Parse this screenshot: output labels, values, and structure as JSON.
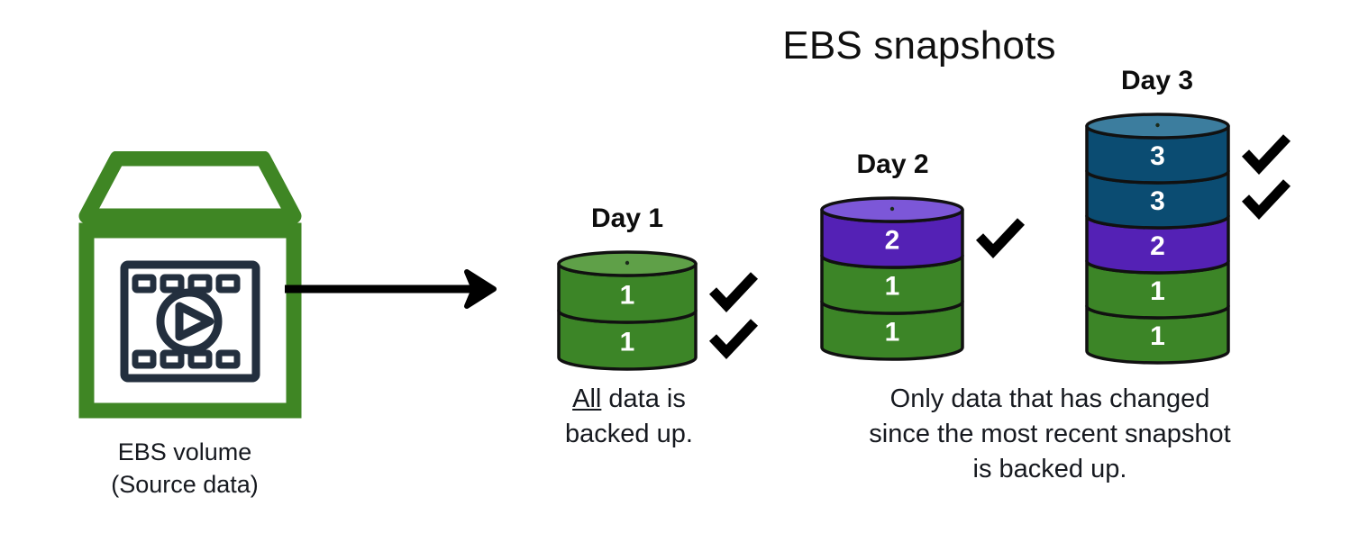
{
  "title": "EBS snapshots",
  "source": {
    "icon_name": "ebs-volume-icon",
    "label_line1": "EBS volume",
    "label_line2": "(Source data)"
  },
  "arrow": {
    "name": "flow-arrow-right"
  },
  "colors": {
    "green_body": "#3C8527",
    "green_top": "#5FA048",
    "purple_body": "#5421B5",
    "purple_top": "#7C57D8",
    "teal_body": "#0B4C72",
    "teal_top": "#3C7D9E",
    "outline": "#111111",
    "aws_green": "#3F8624",
    "aws_navy": "#232F3E",
    "check_black": "#000000",
    "text": "#16191f"
  },
  "snapshots": [
    {
      "id": "day1",
      "day_label": "Day 1",
      "segments": [
        {
          "value": "1",
          "color_key": "green"
        },
        {
          "value": "1",
          "color_key": "green"
        }
      ],
      "checkmarks": 2
    },
    {
      "id": "day2",
      "day_label": "Day 2",
      "segments": [
        {
          "value": "2",
          "color_key": "purple"
        },
        {
          "value": "1",
          "color_key": "green"
        },
        {
          "value": "1",
          "color_key": "green"
        }
      ],
      "checkmarks": 1
    },
    {
      "id": "day3",
      "day_label": "Day 3",
      "segments": [
        {
          "value": "3",
          "color_key": "teal"
        },
        {
          "value": "3",
          "color_key": "teal"
        },
        {
          "value": "2",
          "color_key": "purple"
        },
        {
          "value": "1",
          "color_key": "green"
        },
        {
          "value": "1",
          "color_key": "green"
        }
      ],
      "checkmarks": 2
    }
  ],
  "captions": {
    "left": {
      "underlined_word": "All",
      "rest_line1": " data is",
      "line2": "backed up."
    },
    "right": {
      "line1": "Only data that has changed",
      "line2": "since the most recent snapshot",
      "line3": "is backed up."
    }
  }
}
